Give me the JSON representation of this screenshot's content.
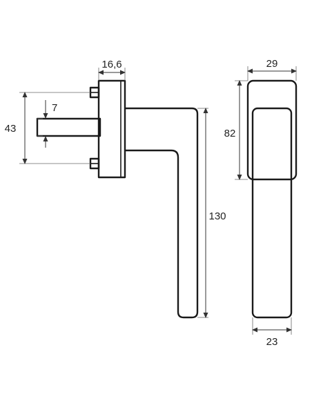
{
  "dimensions": {
    "rose_thickness": "16,6",
    "handle_width_top": "29",
    "spindle_size": "7",
    "screw_spacing": "43",
    "rose_height": "82",
    "handle_length": "130",
    "handle_width_bottom": "23"
  },
  "colors": {
    "outline": "#1a1a1a",
    "dimension_line": "#333333",
    "text": "#222222",
    "background": "#ffffff"
  }
}
